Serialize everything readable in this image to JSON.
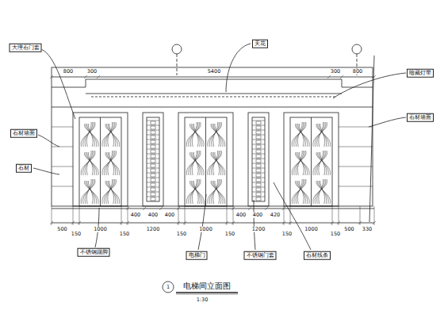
{
  "diagram": {
    "title": "电梯间立面图",
    "labels": [
      "800",
      "300",
      "5400",
      "300",
      "800",
      "500",
      "150",
      "1000",
      "150",
      "1200",
      "150",
      "1000",
      "150",
      "1200",
      "150",
      "1000",
      "150",
      "500",
      "330",
      "400",
      "400",
      "400",
      "400",
      "400",
      "420",
      "1:30",
      "1",
      "大理石门套",
      "石材墙面",
      "石材",
      "不锈钢踢脚",
      "天花",
      "石材墙面",
      "暗藏灯带",
      "电梯门",
      "不锈钢门套",
      "石材线条"
    ]
  }
}
